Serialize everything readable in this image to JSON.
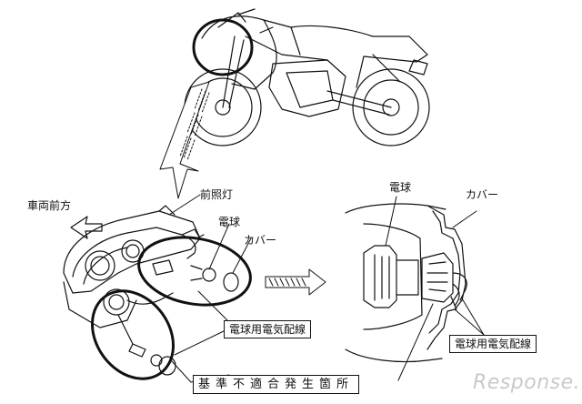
{
  "labels": {
    "vehicle_front": "車両前方",
    "headlight": "前照灯",
    "bulb_left": "電球",
    "cover_left": "カバー",
    "wiring_left": "電球用電気配線",
    "bulb_right": "電球",
    "cover_right": "カバー",
    "wiring_right": "電球用電気配線",
    "nonconformity_location": "基準不適合発生箇所"
  },
  "watermark": "Response."
}
